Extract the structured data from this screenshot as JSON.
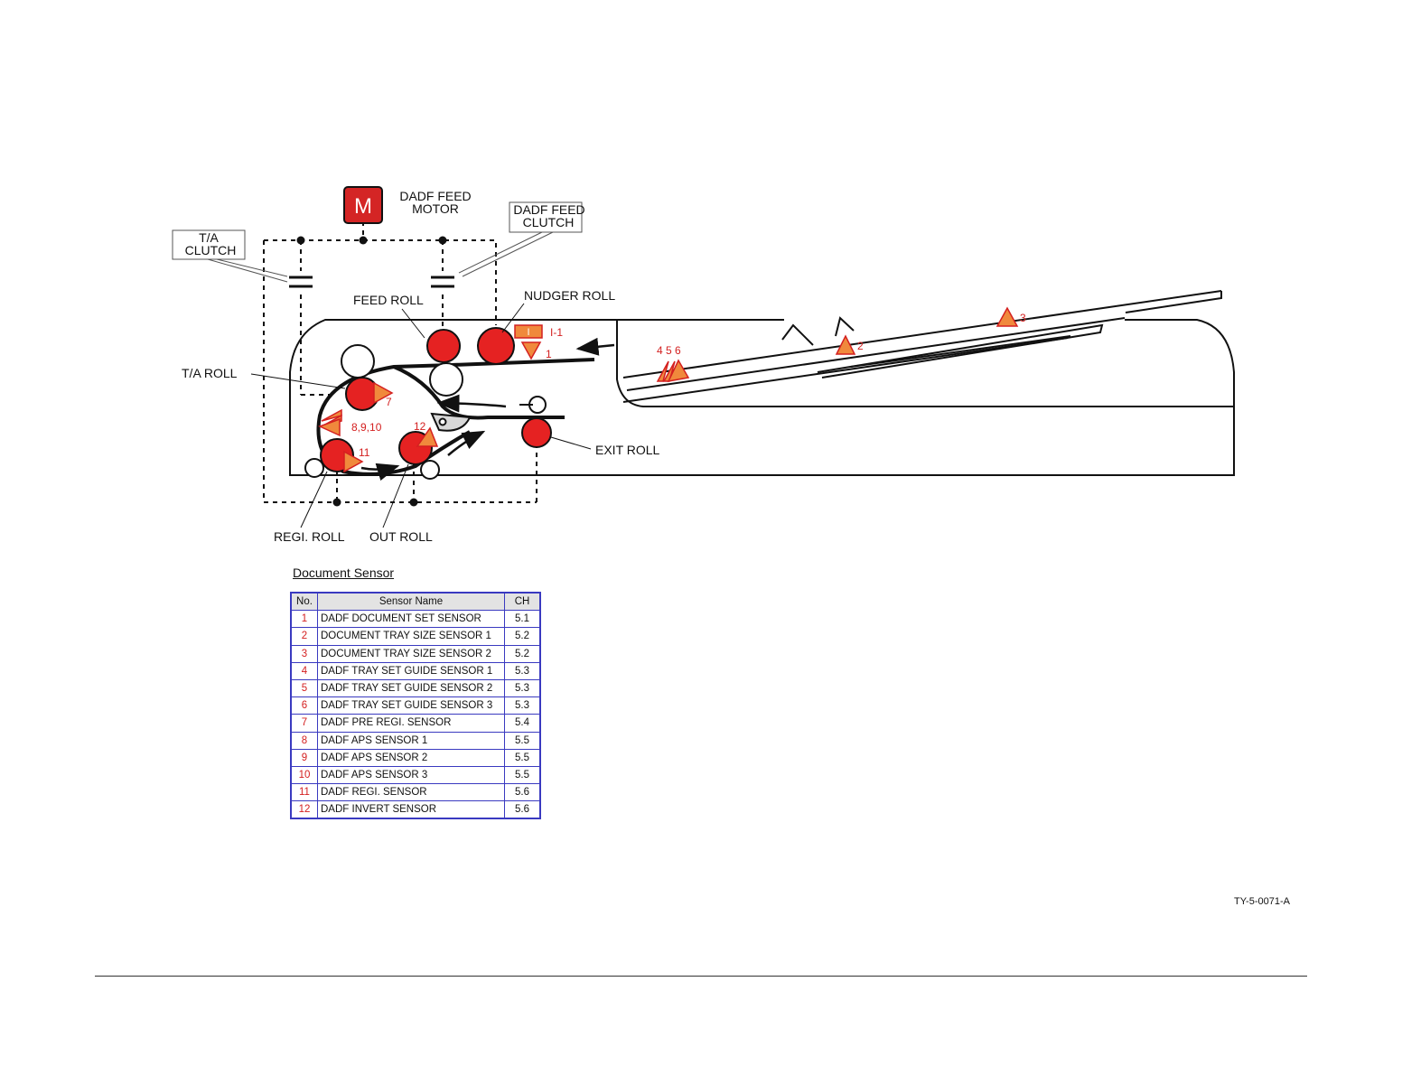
{
  "motor": {
    "symbol": "M",
    "label_line1": "DADF FEED",
    "label_line2": "MOTOR"
  },
  "labels": {
    "ta_clutch_line1": "T/A",
    "ta_clutch_line2": "CLUTCH",
    "feed_clutch_line1": "DADF FEED",
    "feed_clutch_line2": "CLUTCH",
    "feed_roll": "FEED ROLL",
    "nudger_roll": "NUDGER ROLL",
    "ta_roll": "T/A ROLL",
    "exit_roll": "EXIT ROLL",
    "regi_roll": "REGI. ROLL",
    "out_roll": "OUT ROLL"
  },
  "markers": {
    "i1_symbol": "I",
    "i1": "I-1",
    "s1": "1",
    "s2": "2",
    "s3": "3",
    "s456": "4 5 6",
    "s7": "7",
    "s8910": "8,9,10",
    "s11": "11",
    "s12": "12"
  },
  "document_sensor": {
    "title": "Document Sensor",
    "headers": {
      "no": "No.",
      "name": "Sensor Name",
      "ch": "CH"
    },
    "rows": [
      {
        "no": "1",
        "name": "DADF DOCUMENT SET SENSOR",
        "ch": "5.1"
      },
      {
        "no": "2",
        "name": "DOCUMENT TRAY SIZE SENSOR 1",
        "ch": "5.2"
      },
      {
        "no": "3",
        "name": "DOCUMENT TRAY SIZE SENSOR 2",
        "ch": "5.2"
      },
      {
        "no": "4",
        "name": "DADF TRAY SET GUIDE SENSOR 1",
        "ch": "5.3"
      },
      {
        "no": "5",
        "name": "DADF TRAY SET GUIDE SENSOR 2",
        "ch": "5.3"
      },
      {
        "no": "6",
        "name": "DADF TRAY SET GUIDE SENSOR 3",
        "ch": "5.3"
      },
      {
        "no": "7",
        "name": "DADF PRE REGI. SENSOR",
        "ch": "5.4"
      },
      {
        "no": "8",
        "name": "DADF APS SENSOR 1",
        "ch": "5.5"
      },
      {
        "no": "9",
        "name": "DADF APS SENSOR 2",
        "ch": "5.5"
      },
      {
        "no": "10",
        "name": "DADF APS SENSOR 3",
        "ch": "5.5"
      },
      {
        "no": "11",
        "name": "DADF REGI. SENSOR",
        "ch": "5.6"
      },
      {
        "no": "12",
        "name": "DADF INVERT SENSOR",
        "ch": "5.6"
      }
    ]
  },
  "figure_id": "TY-5-0071-A",
  "colors": {
    "roll_red": "#e52222",
    "sensor_orange": "#f0893c",
    "number_red": "#d42020",
    "table_border": "#3a3ac0"
  }
}
